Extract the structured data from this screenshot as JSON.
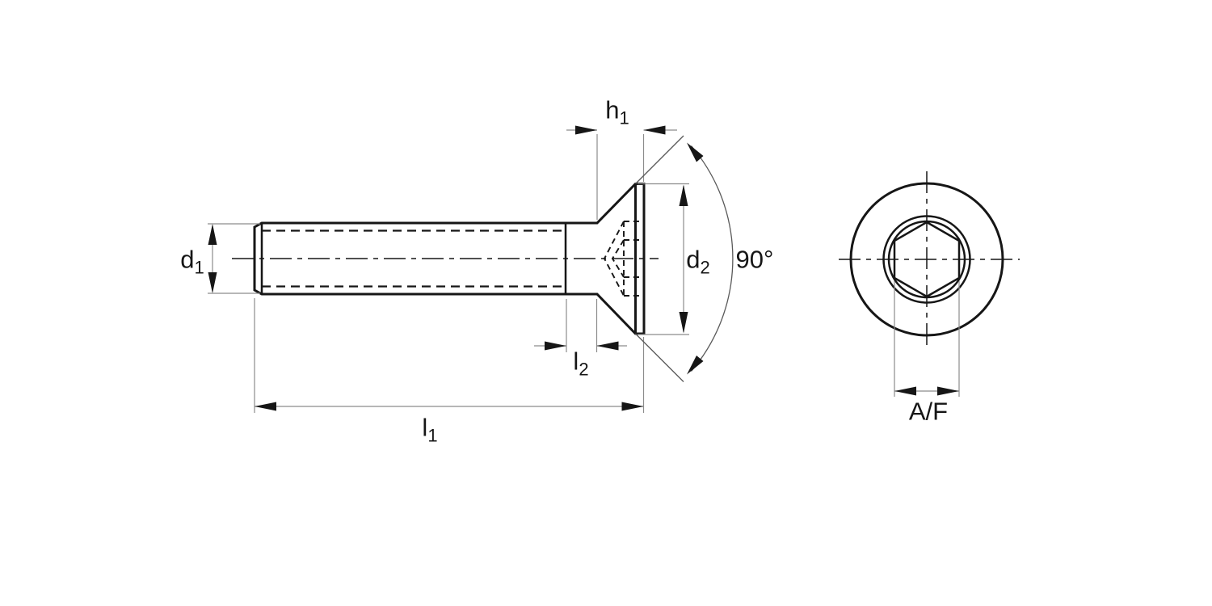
{
  "labels": {
    "d1": {
      "base": "d",
      "sub": "1"
    },
    "h1": {
      "base": "h",
      "sub": "1"
    },
    "d2": {
      "base": "d",
      "sub": "2"
    },
    "l2": {
      "base": "l",
      "sub": "2"
    },
    "l1": {
      "base": "l",
      "sub": "1"
    },
    "angle": {
      "text": "90°"
    },
    "af": {
      "text": "A/F"
    }
  },
  "colors": {
    "line": "#161616",
    "thin": "#8c8c8c",
    "angleLine": "#5a5a5a",
    "background": "#ffffff"
  }
}
